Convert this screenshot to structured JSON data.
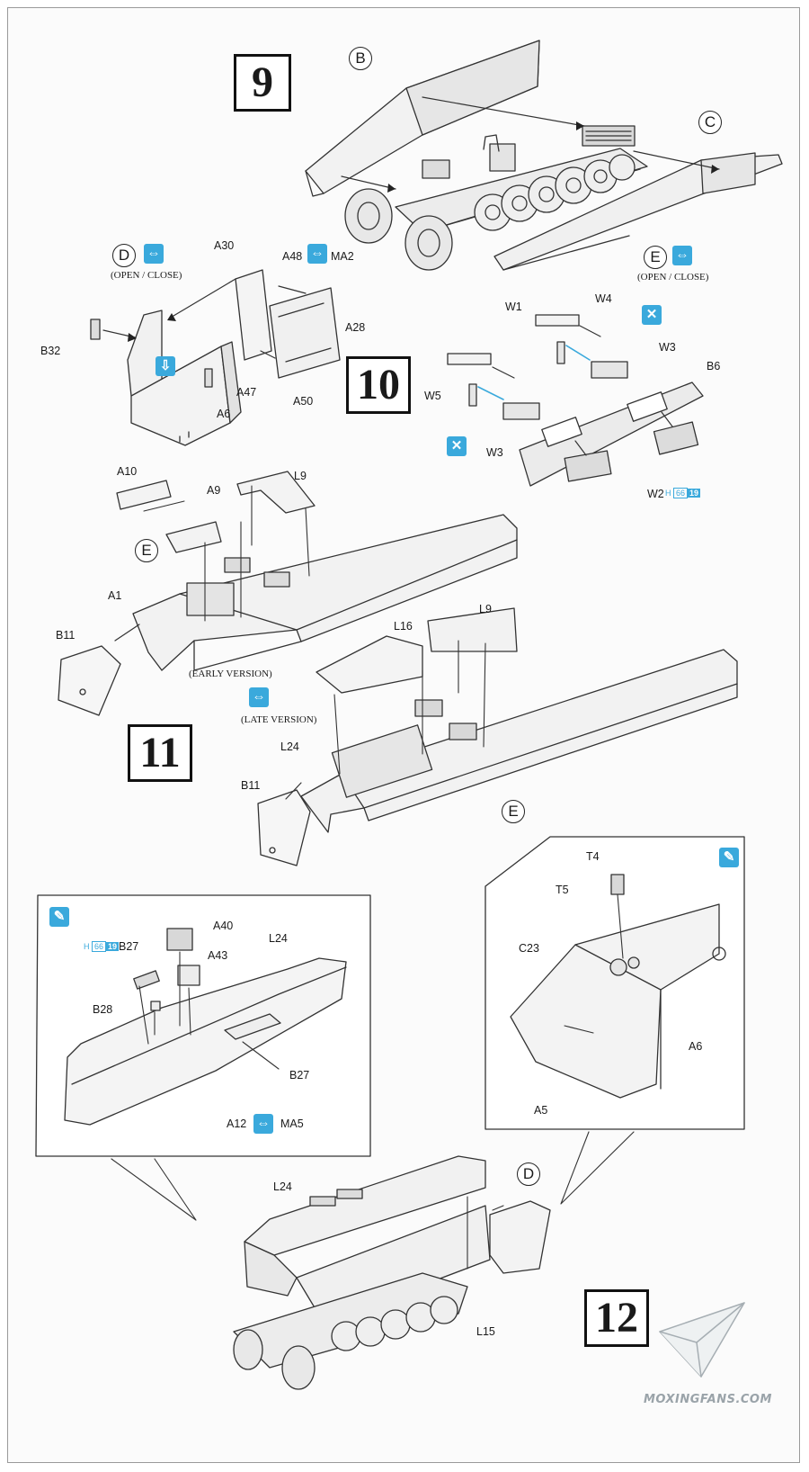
{
  "steps": {
    "s9": "9",
    "s10": "10",
    "s11": "11",
    "s12": "12"
  },
  "circles": {
    "b": "B",
    "c": "C",
    "d": "D",
    "e": "E"
  },
  "captions": {
    "open_close": "(OPEN / CLOSE)",
    "early": "(EARLY VERSION)",
    "late": "(LATE VERSION)"
  },
  "labels": {
    "a30": "A30",
    "a48": "A48",
    "ma2": "MA2",
    "a28": "A28",
    "b32": "B32",
    "a47": "A47",
    "a50": "A50",
    "a6": "A6",
    "w1": "W1",
    "w4": "W4",
    "w3": "W3",
    "w5": "W5",
    "b6": "B6",
    "w2": "W2",
    "a10": "A10",
    "a9": "A9",
    "l9": "L9",
    "a1": "A1",
    "b11": "B11",
    "l16": "L16",
    "l24": "L24",
    "t4": "T4",
    "t5": "T5",
    "c23": "C23",
    "a5": "A5",
    "a40": "A40",
    "a43": "A43",
    "b27": "B27",
    "b28": "B28",
    "a12": "A12",
    "ma5": "MA5",
    "l15": "L15"
  },
  "paint_tag": {
    "prefix": "H",
    "num": "66",
    "code": "19"
  },
  "icons": {
    "option": "option-icon",
    "cement": "cement-icon",
    "remove": "remove-icon",
    "paint": "paint-brush-icon"
  },
  "watermark": "MOXINGFANS.COM",
  "colors": {
    "accent": "#3aa9dc",
    "ink": "#1a1a1a"
  }
}
